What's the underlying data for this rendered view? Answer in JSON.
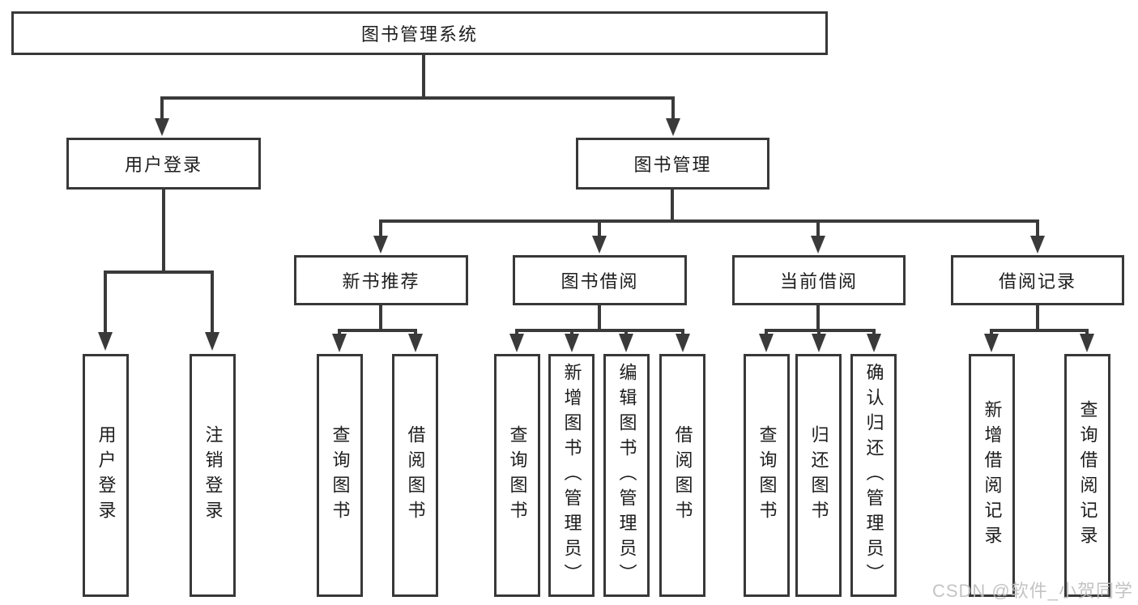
{
  "diagram": {
    "root": {
      "label": "图书管理系统"
    },
    "level2": [
      {
        "id": "user-login",
        "label": "用户登录"
      },
      {
        "id": "book-management",
        "label": "图书管理"
      }
    ],
    "level3": [
      {
        "id": "new-book-recommend",
        "label": "新书推荐",
        "parent": "图书管理"
      },
      {
        "id": "book-borrow",
        "label": "图书借阅",
        "parent": "图书管理"
      },
      {
        "id": "current-borrow",
        "label": "当前借阅",
        "parent": "图书管理"
      },
      {
        "id": "borrow-records",
        "label": "借阅记录",
        "parent": "图书管理"
      }
    ],
    "leaves": [
      {
        "label": "用户登录",
        "parent": "用户登录"
      },
      {
        "label": "注销登录",
        "parent": "用户登录"
      },
      {
        "label": "查询图书",
        "parent": "新书推荐"
      },
      {
        "label": "借阅图书",
        "parent": "新书推荐"
      },
      {
        "label": "查询图书",
        "parent": "图书借阅"
      },
      {
        "label": "新增图书（管理员）",
        "parent": "图书借阅"
      },
      {
        "label": "编辑图书（管理员）",
        "parent": "图书借阅"
      },
      {
        "label": "借阅图书",
        "parent": "图书借阅"
      },
      {
        "label": "查询图书",
        "parent": "当前借阅"
      },
      {
        "label": "归还图书",
        "parent": "当前借阅"
      },
      {
        "label": "确认归还（管理员）",
        "parent": "当前借阅"
      },
      {
        "label": "新增借阅记录",
        "parent": "借阅记录"
      },
      {
        "label": "查询借阅记录",
        "parent": "借阅记录"
      }
    ]
  },
  "watermark": "CSDN @软件_小贺同学",
  "colors": {
    "line": "#3a3a3a",
    "box_border": "#383838",
    "text": "#1d1d1d",
    "background": "#ffffff",
    "watermark": "#bdbdbd"
  }
}
